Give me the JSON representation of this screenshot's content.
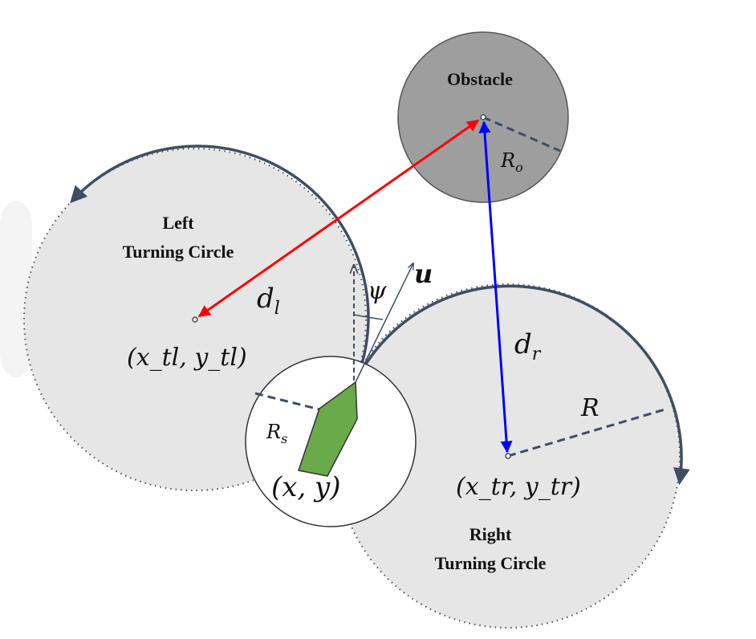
{
  "labels": {
    "obstacle": "Obstacle",
    "left_title_1": "Left",
    "left_title_2": "Turning Circle",
    "right_title_1": "Right",
    "right_title_2": "Turning Circle",
    "d_l_main": "d",
    "d_l_sub": "l",
    "d_r_main": "d",
    "d_r_sub": "r",
    "R": "R",
    "R_o_main": "R",
    "R_o_sub": "o",
    "R_s_main": "R",
    "R_s_sub": "s",
    "psi": "ψ",
    "u": "u",
    "ship_pos": "(x, y)",
    "left_center": "(x_tl, y_tl)",
    "right_center": "(x_tr, y_tr)"
  },
  "colors": {
    "circle_fill": "#e6e6e6",
    "obstacle_fill": "#9e9e9e",
    "arc_stroke": "#3f4d63",
    "ship_fill": "#6aaa4a",
    "left_distance": "#ff0000",
    "right_distance": "#0000ff"
  }
}
